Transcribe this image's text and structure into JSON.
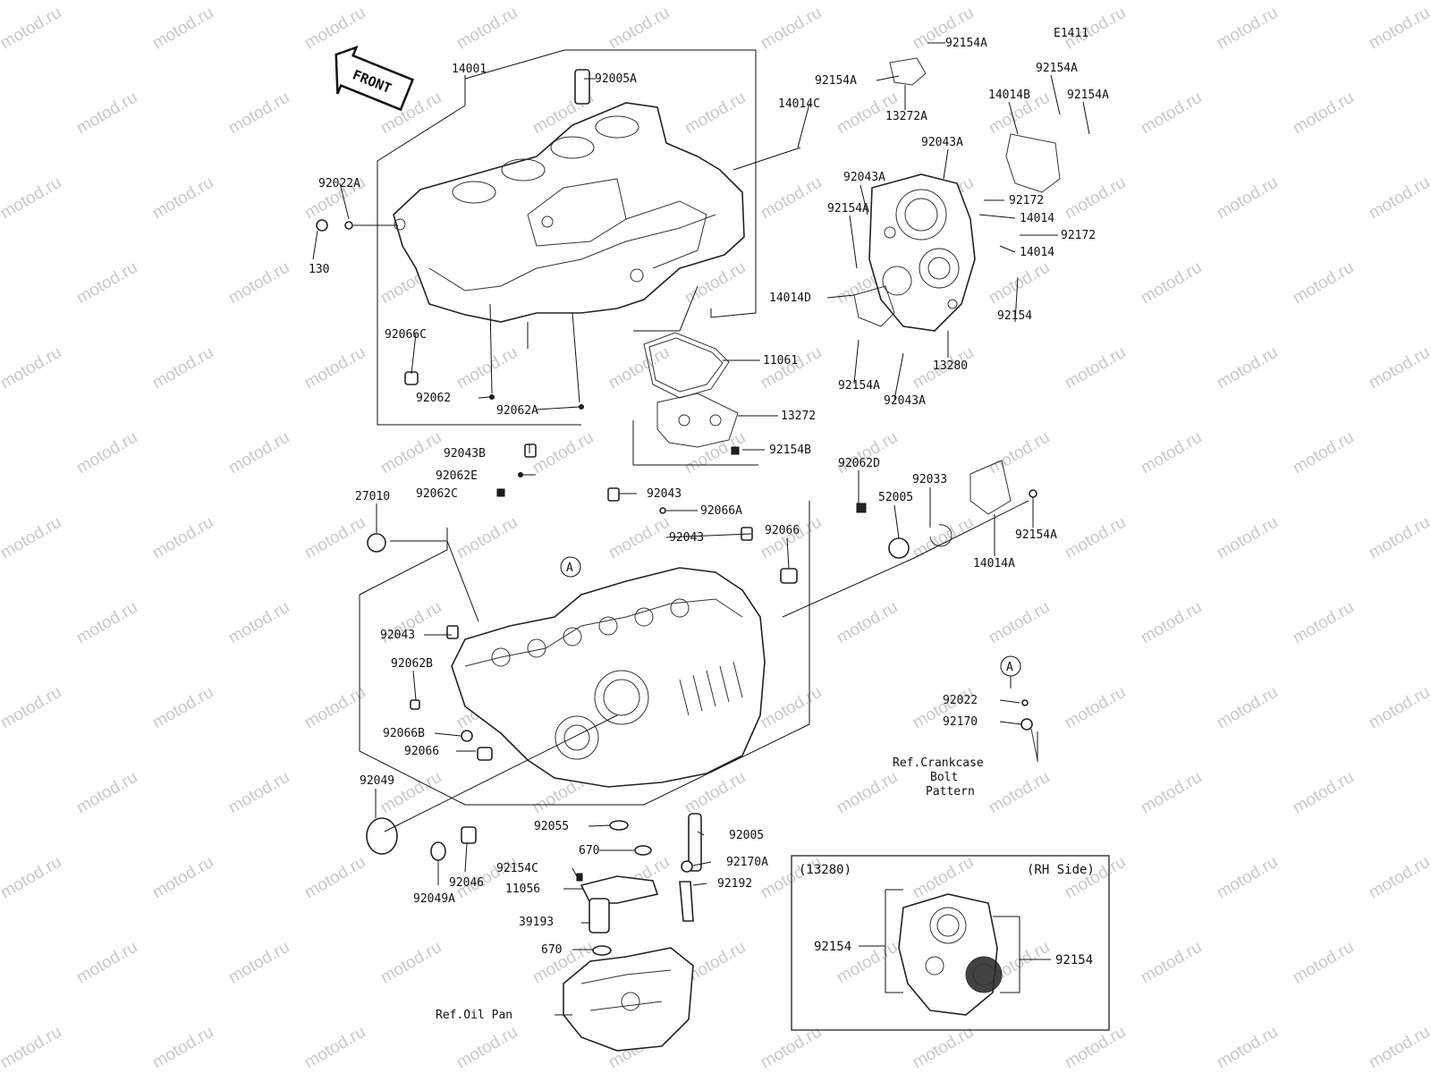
{
  "diagram_id": "E1411",
  "front_label": "FRONT",
  "watermark_text": "motod.ru",
  "callout_marker": "A",
  "inset": {
    "title": "(13280)",
    "side": "(RH Side)",
    "labels": [
      "92154",
      "92154"
    ]
  },
  "labels": {
    "p14001": "14001",
    "p92005A": "92005A",
    "p92022A": "92022A",
    "p130": "130",
    "p92066C": "92066C",
    "p92062": "92062",
    "p92062A": "92062A",
    "p14014C": "14014C",
    "p92154A_top": "92154A",
    "p92154A_a": "92154A",
    "p13272A": "13272A",
    "p92154A_b": "92154A",
    "p14014B": "14014B",
    "p92154A_c": "92154A",
    "p92043A_a": "92043A",
    "p92043A_b": "92043A",
    "p92172_a": "92172",
    "p14014_a": "14014",
    "p92154A_d": "92154A",
    "p92172_b": "92172",
    "p14014_b": "14014",
    "p14014D": "14014D",
    "p92154": "92154",
    "p13280": "13280",
    "p92154A_e": "92154A",
    "p92043A_c": "92043A",
    "p11061": "11061",
    "p13272": "13272",
    "p92154B": "92154B",
    "p92043B": "92043B",
    "p92062E": "92062E",
    "p92062C": "92062C",
    "p27010": "27010",
    "p92043_a": "92043",
    "p92066A": "92066A",
    "p92043_b": "92043",
    "p92062D": "92062D",
    "p92033": "92033",
    "p52005": "52005",
    "p92066": "92066",
    "p92154A_f": "92154A",
    "p14014A": "14014A",
    "p92043_c": "92043",
    "p92062B": "92062B",
    "p92066B": "92066B",
    "p92066_b": "92066",
    "p92049": "92049",
    "p92022": "92022",
    "p92170": "92170",
    "ref_bolt_1": "Ref.Crankcase",
    "ref_bolt_2": "Bolt",
    "ref_bolt_3": "Pattern",
    "p92055": "92055",
    "p92005": "92005",
    "p670_a": "670",
    "p92170A": "92170A",
    "p92154C": "92154C",
    "p92192": "92192",
    "p11056": "11056",
    "p39193": "39193",
    "p670_b": "670",
    "p92049A": "92049A",
    "p92046": "92046",
    "ref_oil_pan": "Ref.Oil Pan"
  }
}
